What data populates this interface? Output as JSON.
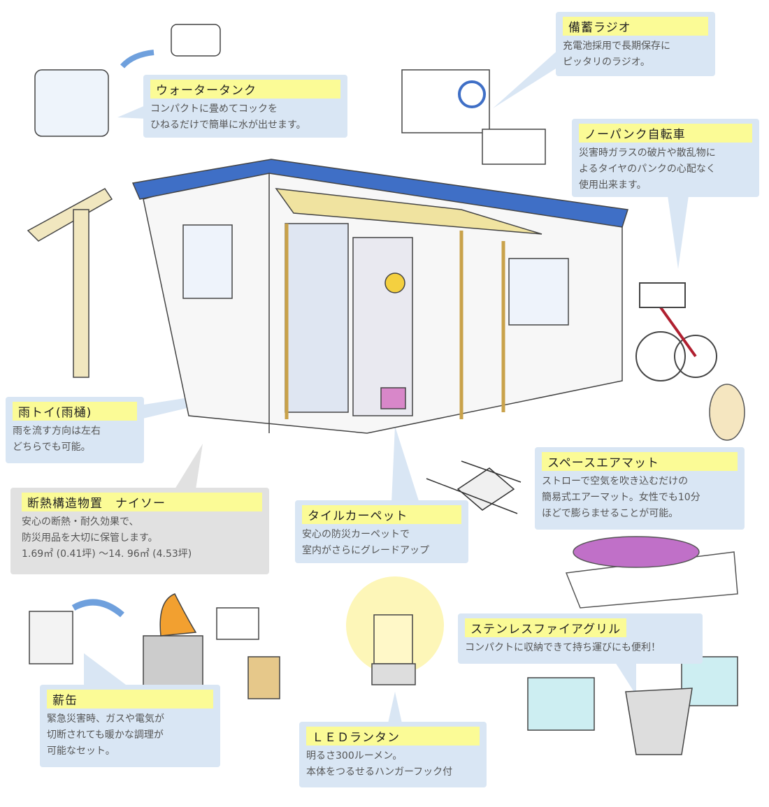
{
  "callouts": {
    "water_tank": {
      "title": "ウォータータンク",
      "text": "コンパクトに畳めてコックを\nひねるだけで簡単に水が出せます。"
    },
    "radio": {
      "title": "備蓄ラジオ",
      "text": "充電池採用で長期保存に\nピッタリのラジオ。"
    },
    "bicycle": {
      "title": "ノーパンク自転車",
      "text": "災害時ガラスの破片や散乱物に\nよるタイヤのパンクの心配なく\n使用出来ます。"
    },
    "rain_gutter": {
      "title": "雨トイ(雨樋)",
      "text": "雨を流す方向は左右\nどちらでも可能。"
    },
    "shed": {
      "title": "断熱構造物置　ナイソー",
      "text": "安心の断熱・耐久効果で、\n防災用品を大切に保管します。\n1.69㎡ (0.41坪) ～14. 96㎡ (4.53坪)"
    },
    "tile_carpet": {
      "title": "タイルカーペット",
      "text": "安心の防災カーペットで\n室内がさらにグレードアップ"
    },
    "air_mat": {
      "title": "スペースエアマット",
      "text": "ストローで空気を吹き込むだけの\n簡易式エアーマット。女性でも10分\nほどで膨らませることが可能。"
    },
    "grill": {
      "title": "ステンレスファイアグリル",
      "text": "コンパクトに収納できて持ち運びにも便利！"
    },
    "firewood_can": {
      "title": "薪缶",
      "text": "緊急災害時、ガスや電気が\n切断されても暖かな調理が\n可能なセット。"
    },
    "lantern": {
      "title": "ＬＥＤランタン",
      "text": "明るさ300ルーメン。\n本体をつるせるハンガーフック付"
    }
  },
  "colors": {
    "box": "#d9e6f4",
    "box_gray": "#e1e1e1",
    "title_bg": "#fbfb96",
    "roof": "#3f6fc6"
  }
}
